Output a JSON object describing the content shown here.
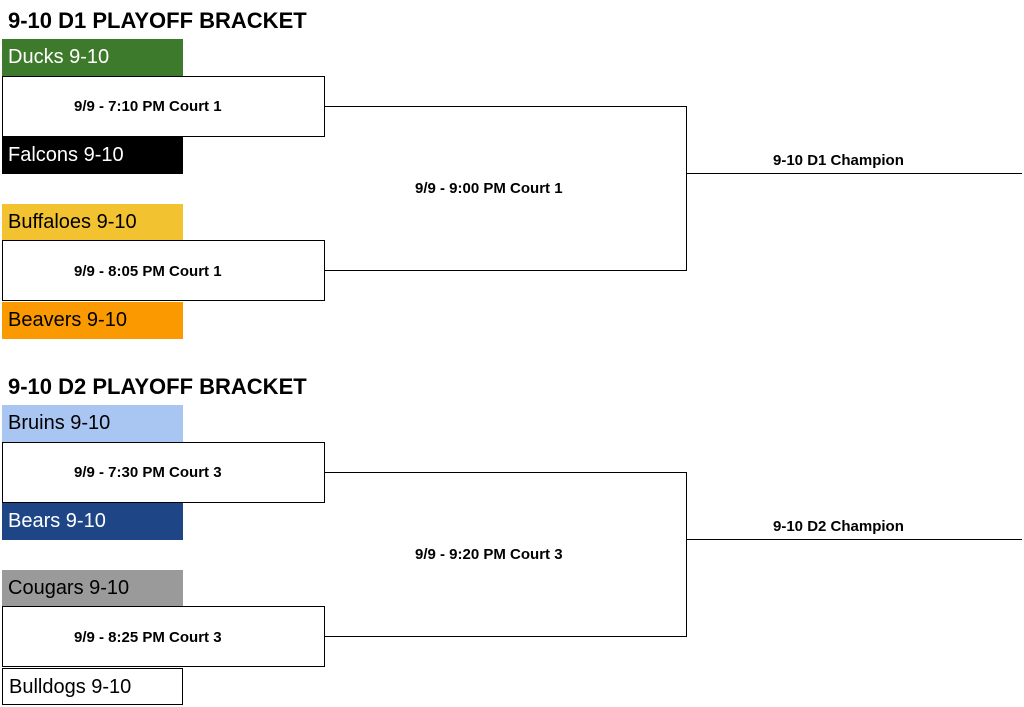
{
  "brackets": [
    {
      "title": "9-10 D1 PLAYOFF BRACKET",
      "teams": [
        {
          "name": "Ducks 9-10",
          "bg": "#3e7a2b",
          "fg": "#ffffff"
        },
        {
          "name": "Falcons 9-10",
          "bg": "#000000",
          "fg": "#ffffff"
        },
        {
          "name": "Buffaloes 9-10",
          "bg": "#f2c230",
          "fg": "#000000"
        },
        {
          "name": "Beavers 9-10",
          "bg": "#fa9a00",
          "fg": "#000000"
        }
      ],
      "games": [
        "9/9 - 7:10 PM Court 1",
        "9/9 - 8:05 PM Court 1"
      ],
      "final": "9/9 - 9:00 PM Court 1",
      "champion": "9-10 D1 Champion"
    },
    {
      "title": "9-10 D2 PLAYOFF BRACKET",
      "teams": [
        {
          "name": "Bruins 9-10",
          "bg": "#a9c6f2",
          "fg": "#000000"
        },
        {
          "name": "Bears 9-10",
          "bg": "#1e4585",
          "fg": "#ffffff"
        },
        {
          "name": "Cougars 9-10",
          "bg": "#9a9a9a",
          "fg": "#000000"
        },
        {
          "name": "Bulldogs 9-10",
          "bg": "#ffffff",
          "fg": "#000000"
        }
      ],
      "games": [
        "9/9 - 7:30 PM Court 3",
        "9/9 - 8:25 PM Court 3"
      ],
      "final": "9/9 - 9:20 PM Court 3",
      "champion": "9-10 D2 Champion"
    }
  ]
}
